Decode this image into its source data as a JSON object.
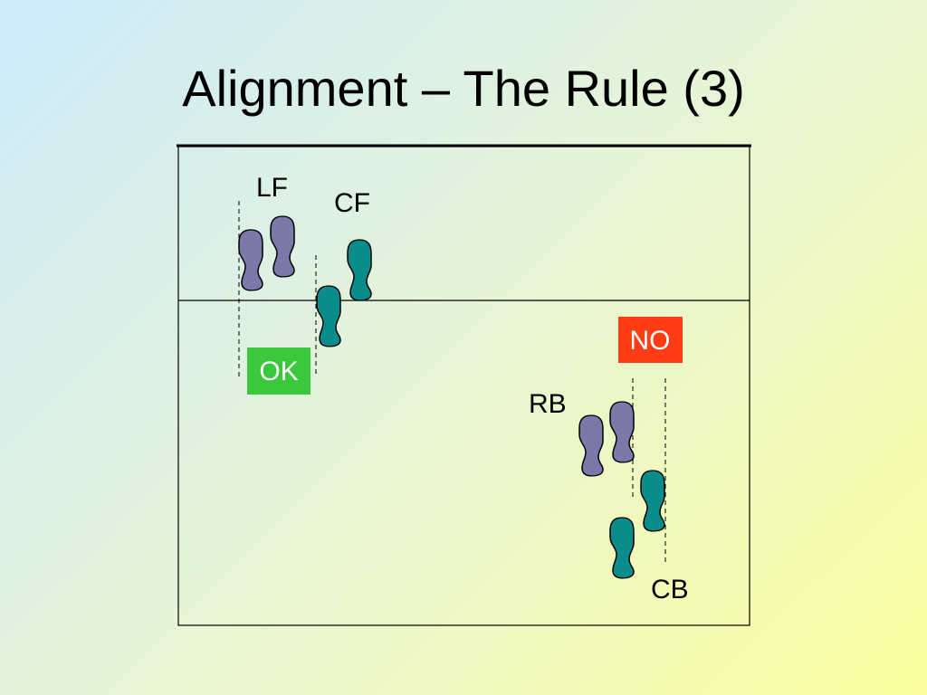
{
  "slide": {
    "title": "Alignment – The Rule (3)"
  },
  "labels": {
    "lf": "LF",
    "cf": "CF",
    "rb": "RB",
    "cb": "CB"
  },
  "badges": {
    "ok": {
      "text": "OK",
      "color": "#3cc83c"
    },
    "no": {
      "text": "NO",
      "color": "#ff3c14"
    }
  },
  "colors": {
    "purple_foot": "#7b78aa",
    "teal_foot": "#0a8c8c"
  }
}
